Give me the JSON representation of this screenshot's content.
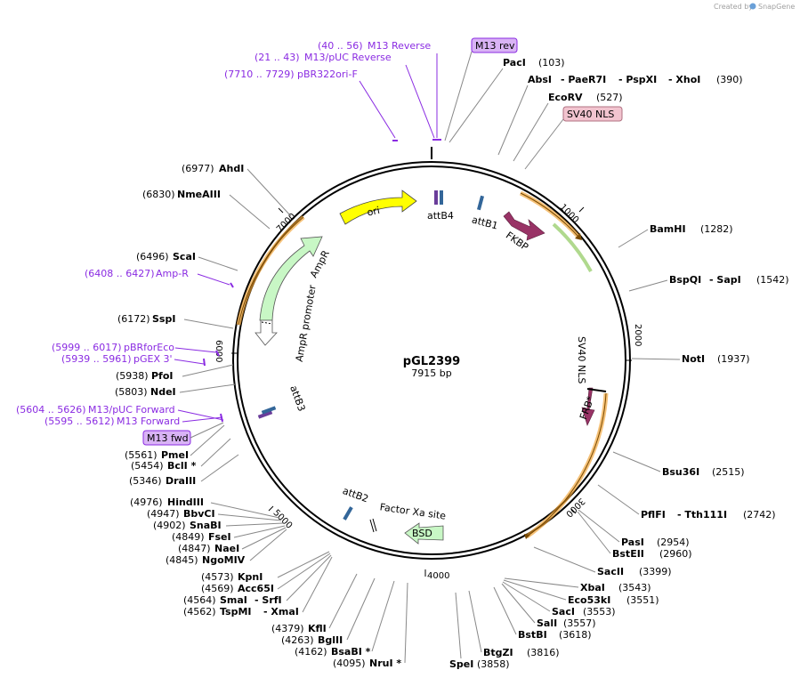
{
  "title": "pGL2399",
  "length_label": "7915 bp",
  "credit": {
    "prefix": "Created by",
    "brand": "SnapGene"
  },
  "ticks": [
    "1000",
    "2000",
    "3000",
    "4000",
    "5000",
    "6000",
    "7000"
  ],
  "right_labels": [
    {
      "pos": "(103)",
      "name": "PacI"
    },
    {
      "names": [
        "AbsI",
        "- PaeR7I",
        "- PspXI",
        "- XhoI"
      ],
      "pos": "(390)"
    },
    {
      "name": "EcoRV",
      "pos": "(527)"
    },
    {
      "name": "SV40 NLS",
      "boxed": true
    },
    {
      "name": "BamHI",
      "pos": "(1282)"
    },
    {
      "names": [
        "BspQI",
        "- SapI"
      ],
      "pos": "(1542)"
    },
    {
      "name": "NotI",
      "pos": "(1937)"
    },
    {
      "name": "Bsu36I",
      "pos": "(2515)"
    },
    {
      "names": [
        "PflFI",
        "- Tth111I"
      ],
      "pos": "(2742)"
    },
    {
      "name": "PasI",
      "pos": "(2954)"
    },
    {
      "name": "BstEII",
      "pos": "(2960)"
    },
    {
      "name": "SacII",
      "pos": "(3399)"
    },
    {
      "name": "XbaI",
      "pos": "(3543)"
    },
    {
      "name": "Eco53kI",
      "pos": "(3551)"
    },
    {
      "name": "SacI",
      "pos": "(3553)"
    },
    {
      "name": "SalI",
      "pos": "(3557)"
    },
    {
      "name": "BstBI",
      "pos": "(3618)"
    },
    {
      "name": "BtgZI",
      "pos": "(3816)"
    },
    {
      "name": "SpeI",
      "pos": "(3858)"
    }
  ],
  "left_labels": [
    {
      "pos": "(6977)",
      "name": "AhdI"
    },
    {
      "pos": "(6830)",
      "name": "NmeAIII"
    },
    {
      "pos": "(6496)",
      "name": "ScaI"
    },
    {
      "pos": "(6408 .. 6427)",
      "name": "Amp-R",
      "primer": true
    },
    {
      "pos": "(6172)",
      "name": "SspI"
    },
    {
      "pos": "(5999 .. 6017)",
      "name": "pBRforEco",
      "primer": true
    },
    {
      "pos": "(5939 .. 5961)",
      "name": "pGEX 3'",
      "primer": true
    },
    {
      "pos": "(5938)",
      "name": "PfoI"
    },
    {
      "pos": "(5803)",
      "name": "NdeI"
    },
    {
      "pos": "(5604 .. 5626)",
      "name": "M13/pUC Forward",
      "primer": true
    },
    {
      "pos": "(5595 .. 5612)",
      "name": "M13 Forward",
      "primer": true
    },
    {
      "name": "M13 fwd",
      "boxed": true
    },
    {
      "pos": "(5561)",
      "name": "PmeI"
    },
    {
      "pos": "(5454)",
      "name": "BclI *"
    },
    {
      "pos": "(5346)",
      "name": "DraIII"
    },
    {
      "pos": "(4976)",
      "name": "HindIII"
    },
    {
      "pos": "(4947)",
      "name": "BbvCI"
    },
    {
      "pos": "(4902)",
      "name": "SnaBI"
    },
    {
      "pos": "(4849)",
      "name": "FseI"
    },
    {
      "pos": "(4847)",
      "name": "NaeI"
    },
    {
      "pos": "(4845)",
      "name": "NgoMIV"
    },
    {
      "pos": "(4573)",
      "name": "KpnI"
    },
    {
      "pos": "(4569)",
      "name": "Acc65I"
    },
    {
      "pos": "(4564)",
      "names": [
        "SmaI",
        "- SrfI"
      ]
    },
    {
      "pos": "(4562)",
      "names": [
        "TspMI",
        "- XmaI"
      ]
    },
    {
      "pos": "(4379)",
      "name": "KflI"
    },
    {
      "pos": "(4263)",
      "name": "BglII"
    },
    {
      "pos": "(4162)",
      "name": "BsaBI *"
    },
    {
      "pos": "(4095)",
      "name": "NruI *"
    }
  ],
  "top_primers": [
    {
      "pos": "(40 .. 56)",
      "name": "M13 Reverse"
    },
    {
      "pos": "(21 .. 43)",
      "name": "M13/pUC Reverse"
    },
    {
      "pos": "(7710 .. 7729)",
      "name": "pBR322ori-F"
    },
    {
      "name": "M13 rev",
      "boxed": true
    }
  ],
  "features": {
    "ori": "ori",
    "ampr": "AmpR",
    "ampr_promoter": "AmpR promoter",
    "attb4": "attB4",
    "attb1": "attB1",
    "attb2": "attB2",
    "attb3": "attB3",
    "fkbp": "FKBP",
    "sv40nls": "SV40 NLS",
    "frb": "FRB*",
    "factor_xa": "Factor Xa site",
    "bsd": "BSD"
  },
  "colors": {
    "backbone": "#000000",
    "primer": "#8a2be2",
    "primer_box": "#d9b3f5",
    "nls_box": "#f2c4cf",
    "orf_outline": "#f0a030",
    "ori": "#ffff00",
    "ampr": "#c8f7c5",
    "fkbp": "#993366",
    "bsd": "#c8f7c5",
    "att": "#336699"
  }
}
